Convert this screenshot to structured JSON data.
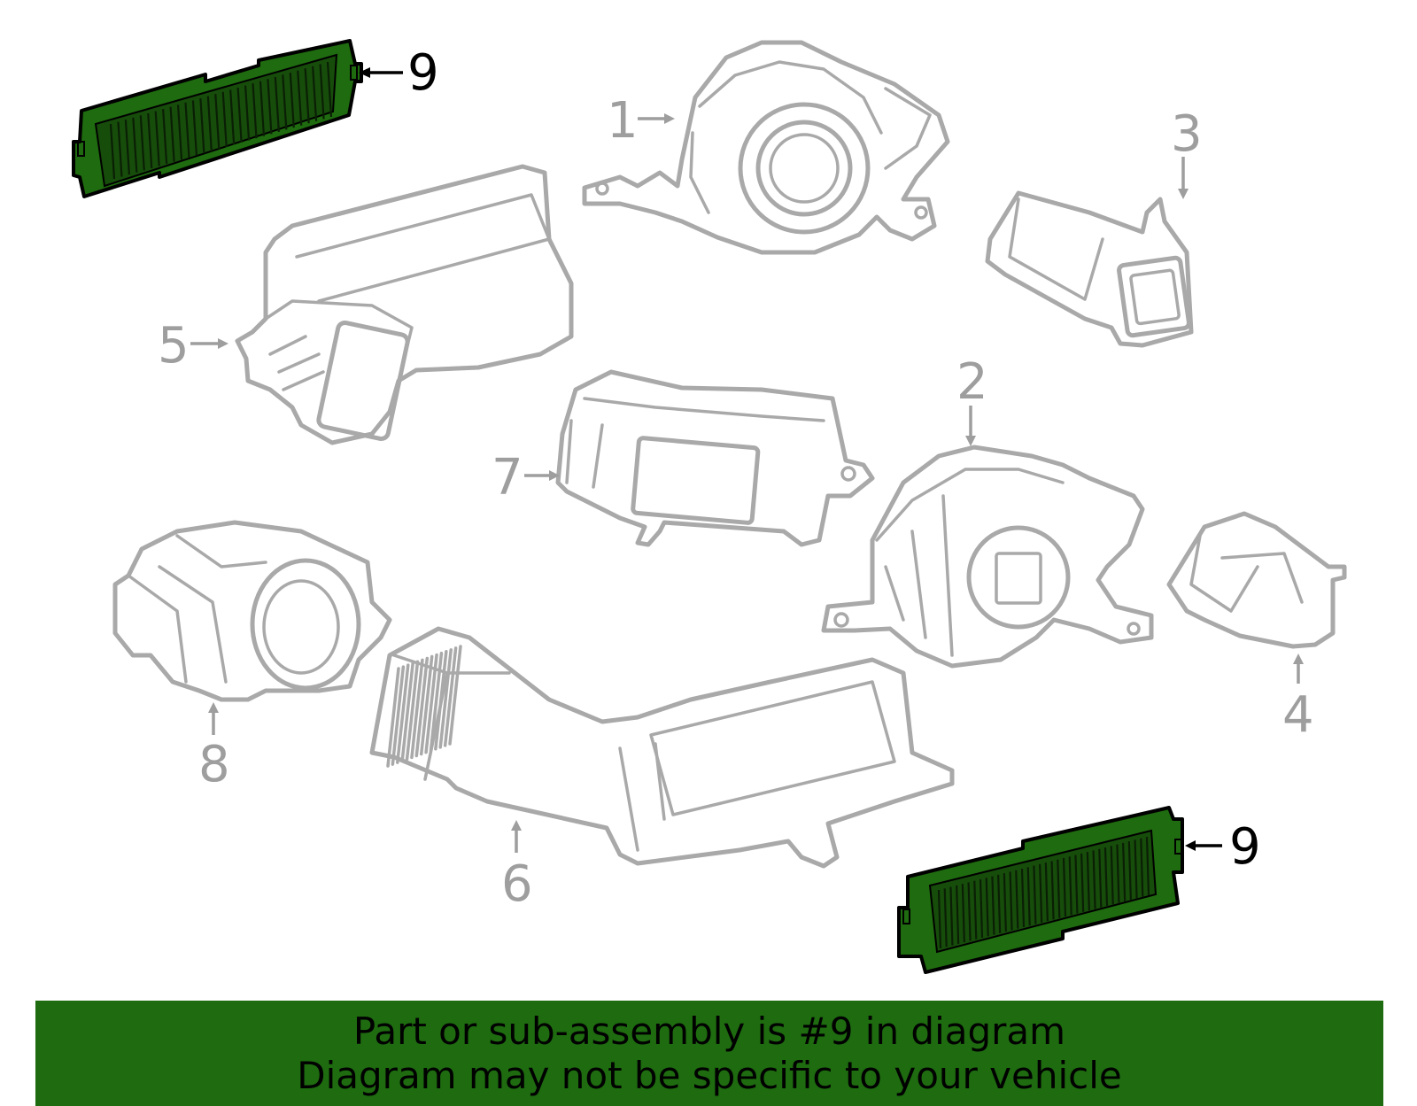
{
  "diagram": {
    "callouts": {
      "c1": "1",
      "c2": "2",
      "c3": "3",
      "c4": "4",
      "c5": "5",
      "c6": "6",
      "c7": "7",
      "c8": "8",
      "c9a": "9",
      "c9b": "9"
    },
    "highlight_color": "#1e6b10",
    "outline_color": "#a9a9a9"
  },
  "banner": {
    "line1": "Part or sub-assembly is #9 in diagram",
    "line2": "Diagram may not be specific to your vehicle"
  }
}
